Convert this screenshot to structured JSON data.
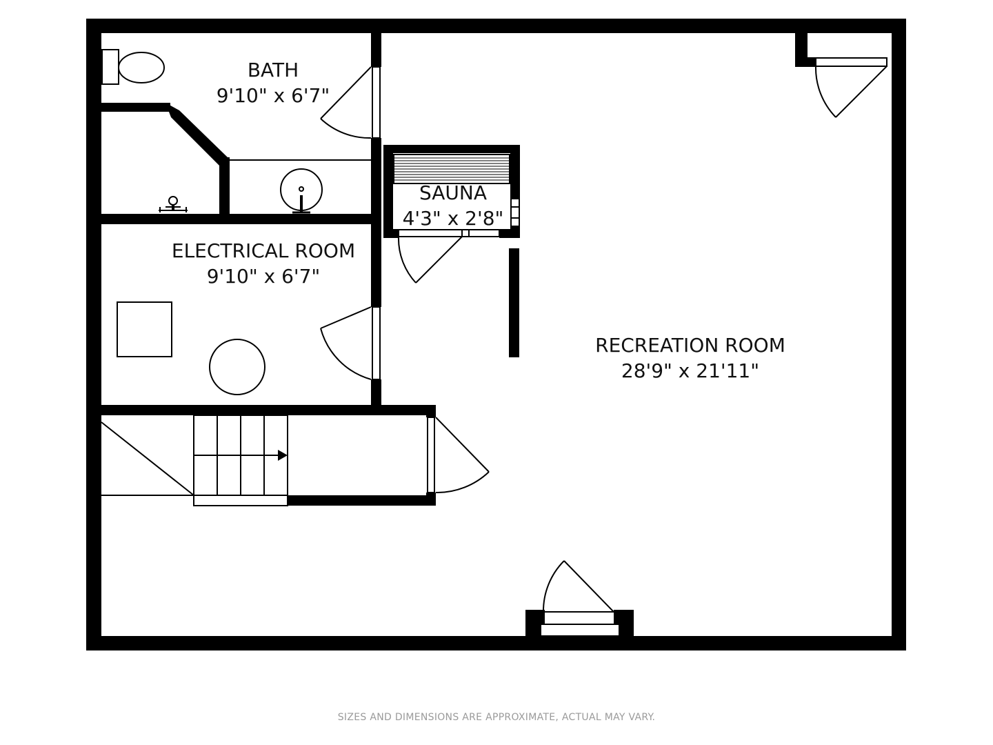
{
  "rooms": {
    "bath": {
      "name": "BATH",
      "dims": "9'10\" x 6'7\""
    },
    "sauna": {
      "name": "SAUNA",
      "dims": "4'3\" x 2'8\""
    },
    "electrical": {
      "name": "ELECTRICAL ROOM",
      "dims": "9'10\" x 6'7\""
    },
    "recreation": {
      "name": "RECREATION ROOM",
      "dims": "28'9\" x 21'11\""
    }
  },
  "fixtures": {
    "toilet": "toilet-icon",
    "sink": "sink-icon",
    "faucet": "faucet-icon",
    "water_heater": "water-heater-icon",
    "furnace": "furnace-icon",
    "stairs": "stairs-icon",
    "sauna_bench": "bench-icon"
  },
  "disclaimer": "SIZES AND DIMENSIONS ARE APPROXIMATE, ACTUAL MAY VARY.",
  "colors": {
    "wall": "#000000",
    "background": "#ffffff",
    "disclaimer": "#9a9a9a"
  }
}
